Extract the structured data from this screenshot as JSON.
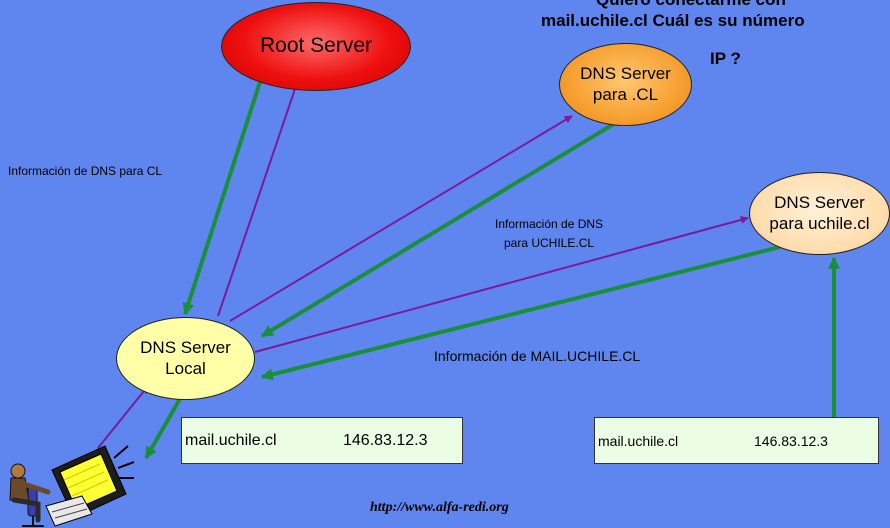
{
  "nodes": {
    "root": "Root Server",
    "cl": [
      "DNS Server",
      "para .CL"
    ],
    "uchile": [
      "DNS Server",
      "para uchile.cl"
    ],
    "local": [
      "DNS Server",
      "Local"
    ]
  },
  "labels": {
    "info_cl": "Información de DNS para CL",
    "info_uchile": [
      "Información de DNS",
      "para UCHILE.CL"
    ],
    "info_mail": "Información de MAIL.UCHILE.CL"
  },
  "question": [
    "Quiero conectarme con",
    "mail.uchile.cl  Cuál es su número",
    "IP ?"
  ],
  "boxes": {
    "local_cache": {
      "host": "mail.uchile.cl",
      "ip": "146.83.12.3"
    },
    "uchile_record": {
      "host": "mail.uchile.cl",
      "ip": "146.83.12.3"
    }
  },
  "credit": "http://www.alfa-redi.org",
  "colors": {
    "background": "#5f86ee",
    "query_arrow": "#7a1b9a",
    "response_arrow": "#1a8f3a"
  },
  "icons": {
    "user": "person-at-computer-icon"
  }
}
